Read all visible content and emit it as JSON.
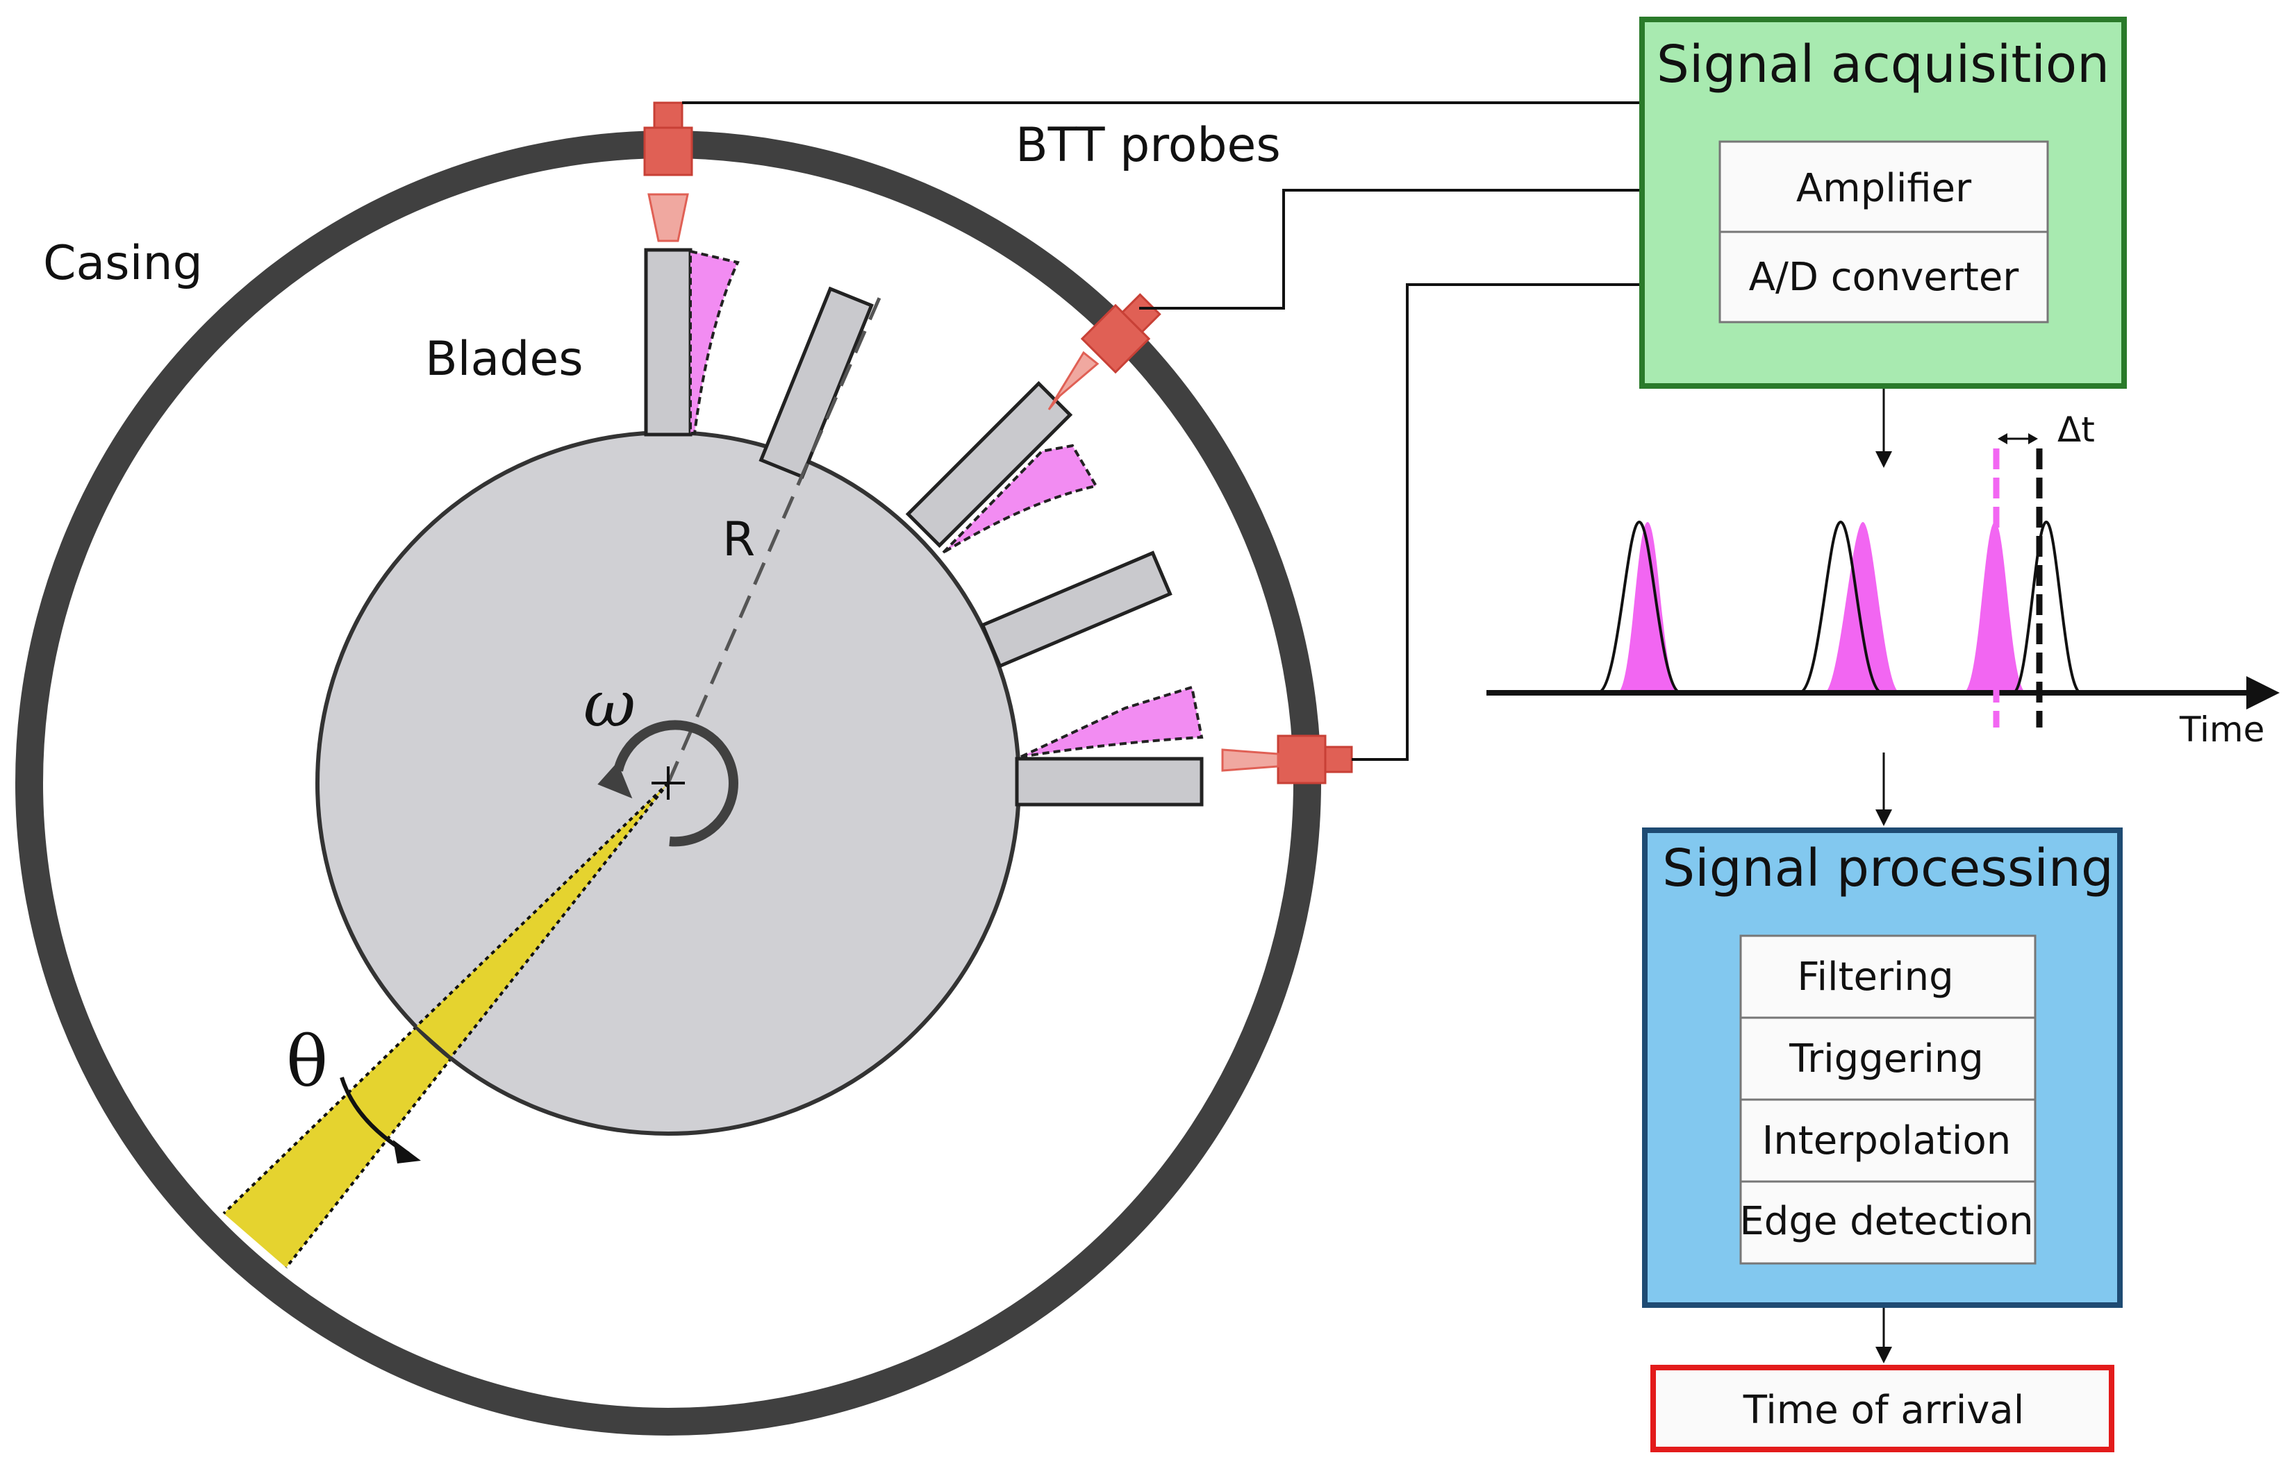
{
  "labels": {
    "casing": "Casing",
    "blades": "Blades",
    "btt_probes": "BTT probes",
    "radius": "R",
    "omega": "ω",
    "theta": "θ",
    "delta_t": "Δt",
    "time_axis": "Time"
  },
  "acquisition": {
    "title": "Signal acquisition",
    "items": [
      "Amplifier",
      "A/D converter"
    ]
  },
  "processing": {
    "title": "Signal processing",
    "items": [
      "Filtering",
      "Triggering",
      "Interpolation",
      "Edge detection"
    ]
  },
  "output": {
    "label": "Time of arrival"
  },
  "colors": {
    "casing": "#404040",
    "rotor": "#d0d0d4",
    "blade": "#c9c9cd",
    "deflection": "#f28cf2",
    "probe": "#e06055",
    "beam": "#f0a8a0",
    "sector": "#e5d32f",
    "acquisition_fill": "#a8eab0",
    "acquisition_border": "#2a7a2a",
    "processing_fill": "#82c8ef",
    "processing_border": "#1e4b73",
    "output_border": "#e31b1b",
    "pulse_shift": "#f266f2"
  }
}
